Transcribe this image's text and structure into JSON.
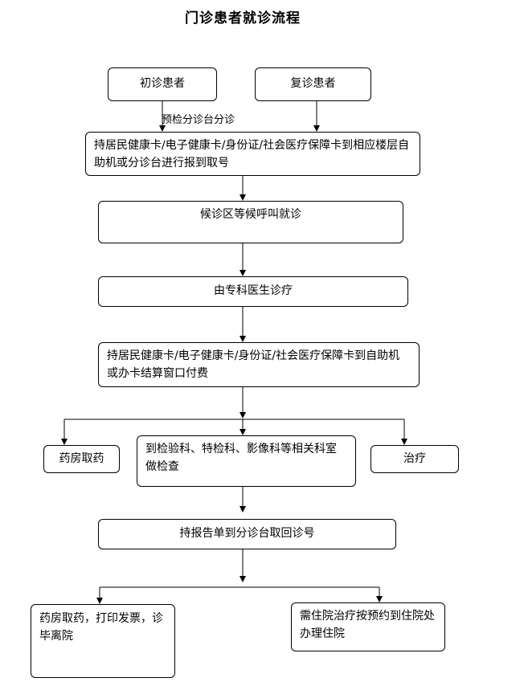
{
  "title": "门诊患者就诊流程",
  "nodes": {
    "first_visit": "初诊患者",
    "return_visit": "复诊患者",
    "triage_note": "预检分诊台分诊",
    "register": "持居民健康卡/电子健康卡/身份证/社会医疗保障卡到相应楼层自助机或分诊台进行报到取号",
    "wait": "候诊区等候呼叫就诊",
    "treat_specialist": "由专科医生诊疗",
    "pay": "持居民健康卡/电子健康卡/身份证/社会医疗保障卡到自助机或办卡结算窗口付费",
    "pharmacy": "药房取药",
    "exam": "到检验科、特检科、影像科等相关科室做检查",
    "treatment": "治疗",
    "report": "持报告单到分诊台取回诊号",
    "discharge": "药房取药，打印发票，诊毕离院",
    "admission": "需住院治疗按预约到住院处办理住院"
  },
  "colors": {
    "line": "#000000",
    "box_border": "#000000",
    "background": "#ffffff"
  }
}
